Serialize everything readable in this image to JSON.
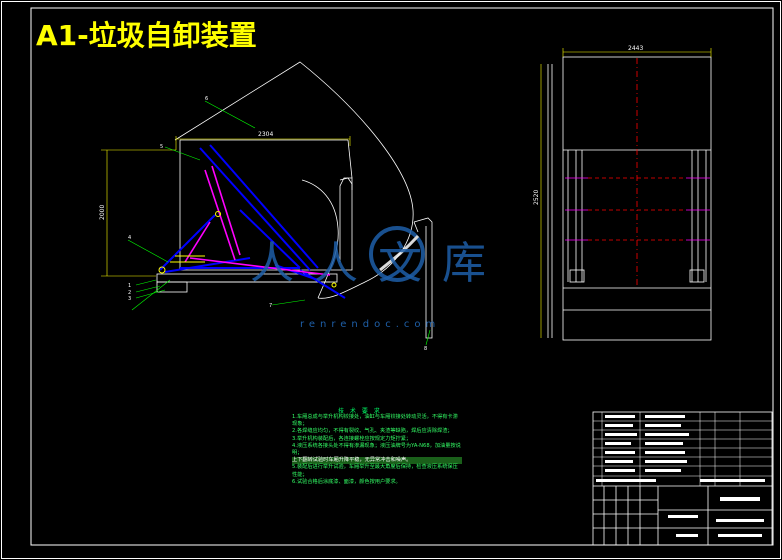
{
  "title": "A1-垃圾自卸装置",
  "dimensions": {
    "left_width": "2304",
    "left_height": "2000",
    "right_width": "2443",
    "right_height": "2520"
  },
  "part_numbers": [
    "1",
    "2",
    "3",
    "4",
    "5",
    "6",
    "7",
    "8"
  ],
  "watermark": {
    "text": "人人文库",
    "url": "renrendoc.com"
  },
  "tech_requirements": {
    "title": "技 术 要 求",
    "items": [
      "1.车厢总成与举升机构铰接处，油缸与车厢铰接处转动灵活，不得有卡滞现象；",
      "2.各焊缝应均匀，不得有裂纹、气孔、夹渣等缺陷，焊后应清除焊渣；",
      "3.举升机构装配后，各连接螺栓应按规定力矩拧紧；",
      "4.液压系统各接头处不得有渗漏现象；液压油牌号为YA-N68，加油量按说明；",
      "上下翻转试验时车厢升降平稳，无异常冲击和噪声。",
      "5.装配后进行举升试验，车厢举升至最大角度后保持，检查液压系统保压性能；",
      "6.试验合格后涂底漆、面漆，颜色按用户要求。"
    ],
    "highlight_index": 4
  },
  "colors": {
    "frame": "#ffffff",
    "line": "#ffffff",
    "dim": "#ffff00",
    "part": "#0000ff",
    "hydraulic": "#ff00ff",
    "center": "#ff0000",
    "text": "#00ff66",
    "leader": "#00ff00",
    "watermark": "#1e5fa8"
  }
}
